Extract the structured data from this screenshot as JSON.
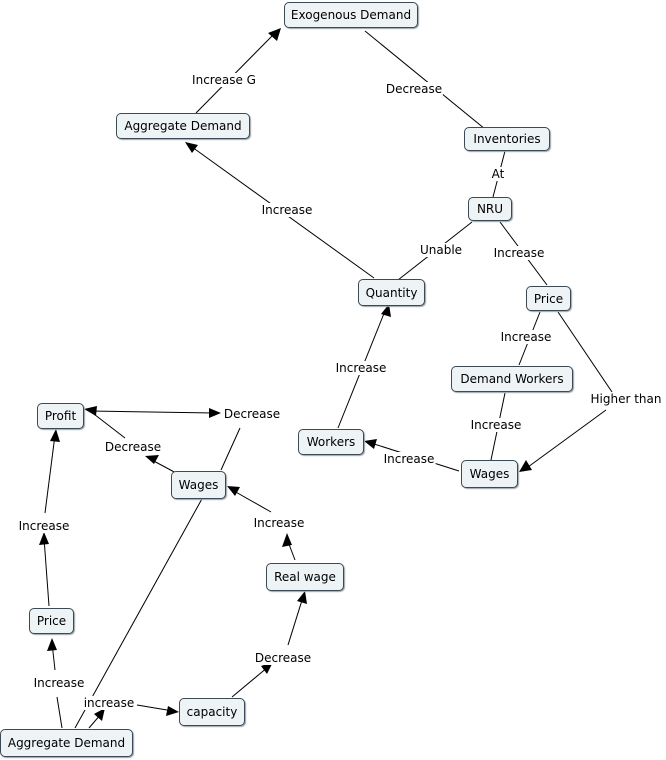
{
  "nodes": {
    "exogenous_demand": "Exogenous Demand",
    "aggregate_demand_top": "Aggregate Demand",
    "inventories": "Inventories",
    "nru": "NRU",
    "quantity": "Quantity",
    "price_right": "Price",
    "demand_workers": "Demand Workers",
    "wages_right": "Wages",
    "workers": "Workers",
    "profit": "Profit",
    "wages_left": "Wages",
    "real_wage": "Real wage",
    "price_left": "Price",
    "capacity": "capacity",
    "aggregate_demand_bottom": "Aggregate Demand"
  },
  "labels": {
    "increase_g": "Increase G",
    "decrease_exo_inv": "Decrease",
    "at": "At",
    "increase_qty_ad": "Increase",
    "unable": "Unable",
    "increase_nru_price": "Increase",
    "increase_price_dw": "Increase",
    "higher_than": "Higher than",
    "increase_dw_wages": "Increase",
    "increase_workers_qty": "Increase",
    "increase_wages_workers": "Increase",
    "decrease_wages_profit": "Decrease",
    "decrease_profit_right": "Decrease",
    "increase_rw_wages": "Increase",
    "increase_price_profit": "Increase",
    "decrease_cap_rw": "Decrease",
    "increase_ad_price": "Increase",
    "increase_ad_cap": "increase"
  }
}
